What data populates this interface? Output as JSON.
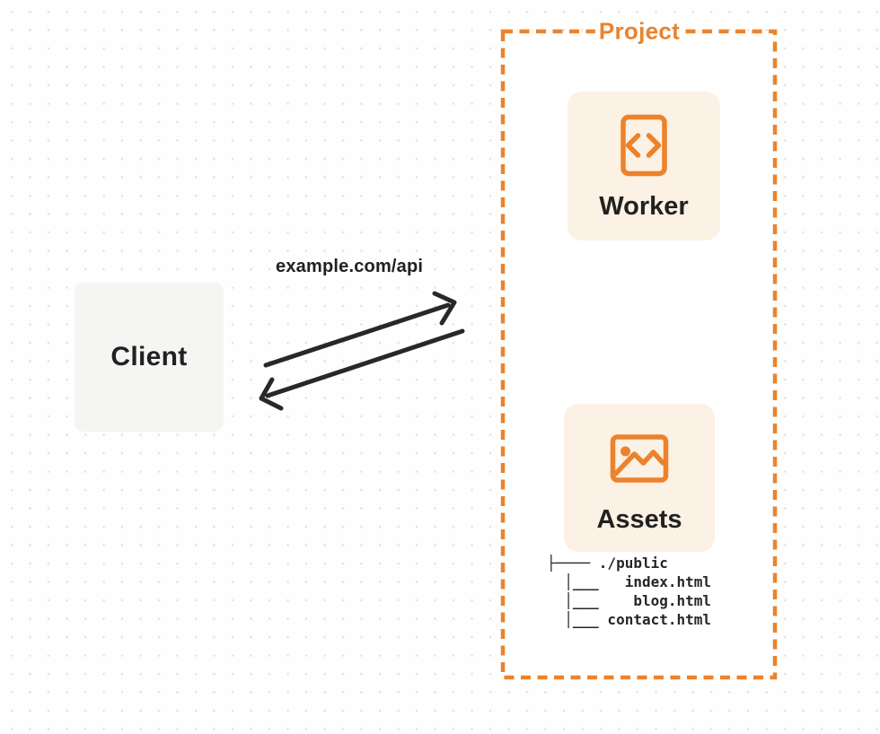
{
  "client": {
    "label": "Client"
  },
  "request": {
    "label": "example.com/api"
  },
  "project": {
    "label": "Project",
    "worker": {
      "label": "Worker",
      "icon": "code-file-icon"
    },
    "assets": {
      "label": "Assets",
      "icon": "image-icon"
    },
    "file_tree": [
      "├──── ./public",
      "  │___   index.html",
      "  │___    blog.html",
      "  │___ contact.html"
    ]
  },
  "colors": {
    "accent_orange": "#EC822C",
    "card_cream": "#FBF1E4",
    "client_gray": "#F5F5F3",
    "arrow_dark": "#282828",
    "text_dark": "#212121",
    "dot_grid_gray": "#E3E3E3",
    "background": "#FEFEFE"
  }
}
